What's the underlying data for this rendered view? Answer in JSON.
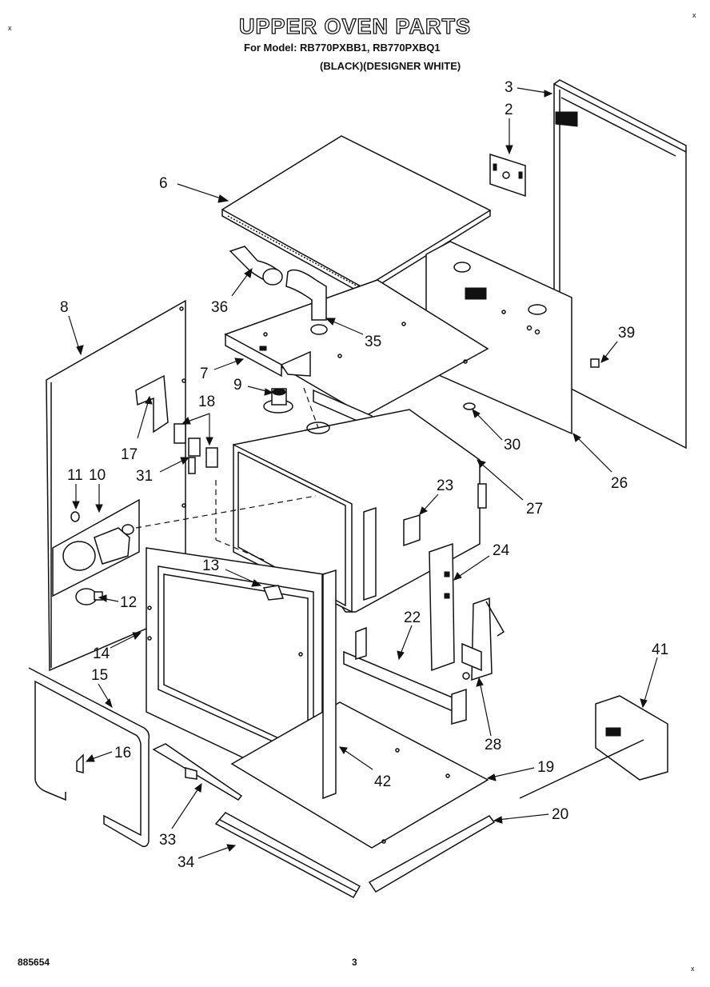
{
  "header": {
    "title": "UPPER OVEN PARTS",
    "model_line": "For Model: RB770PXBB1, RB770PXBQ1",
    "color_line": "(BLACK)(DESIGNER WHITE)"
  },
  "footer": {
    "doc_number": "885654",
    "page_number": "3"
  },
  "corner_marks": {
    "top_left": "x",
    "top_right": "x",
    "bottom_right": "x"
  },
  "callouts": [
    "3",
    "2",
    "6",
    "36",
    "35",
    "8",
    "39",
    "7",
    "9",
    "17",
    "18",
    "31",
    "30",
    "26",
    "11",
    "10",
    "23",
    "27",
    "24",
    "13",
    "12",
    "22",
    "14",
    "15",
    "16",
    "41",
    "28",
    "42",
    "19",
    "33",
    "20",
    "34"
  ]
}
